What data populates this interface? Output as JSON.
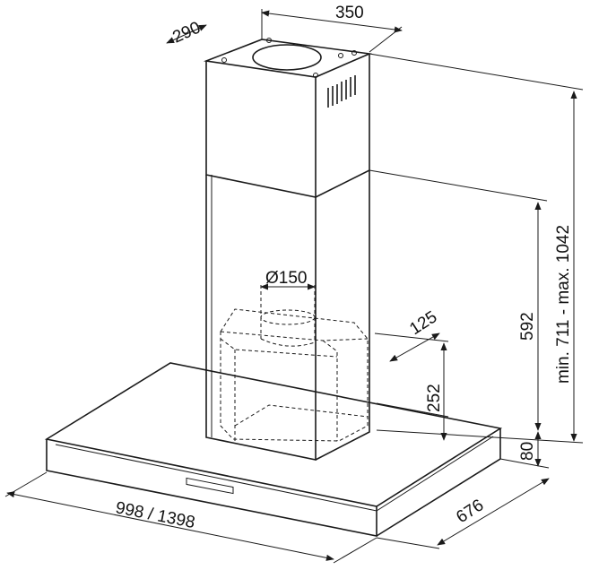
{
  "dimensions": {
    "chimney_width": "350",
    "chimney_depth": "290",
    "duct_diameter": "Ø150",
    "outlet_offset": "125",
    "filter_height": "252",
    "upper_chimney": "592",
    "total_height": "min. 711 - max. 1042",
    "canopy_thickness": "80",
    "canopy_width": "998 / 1398",
    "canopy_depth": "676"
  },
  "colors": {
    "line": "#1a1a1a",
    "background": "#ffffff"
  }
}
